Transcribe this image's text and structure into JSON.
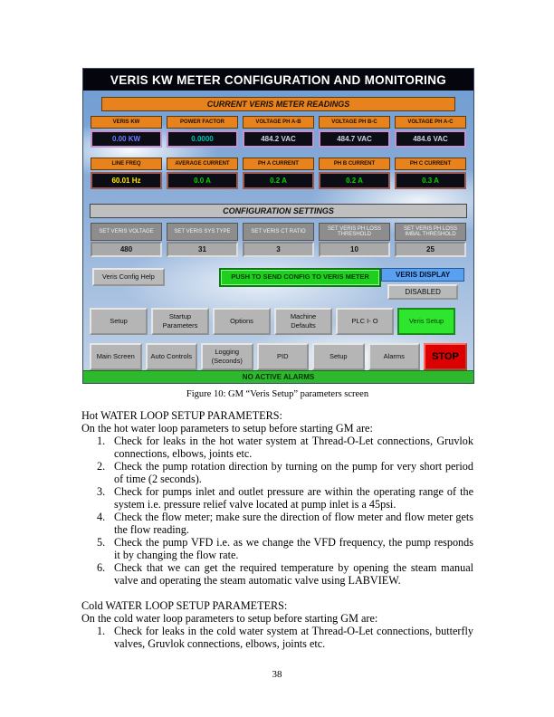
{
  "colors": {
    "header-orange": "#e8821c",
    "kw-blue": "#6e7bff",
    "pf-teal": "#00c0ae",
    "volt-white": "#cfd2e6",
    "freq-yellow": "#ffe900",
    "amp-green": "#00d400",
    "send-green": "#1fcf1f",
    "active-green": "#2fe62f",
    "stop-red": "#dd0000",
    "alarm-green": "#2db82d",
    "display-blue": "#5aa0f0"
  },
  "figure": {
    "title": "VERIS KW METER CONFIGURATION AND MONITORING",
    "readings_header": "CURRENT VERIS METER READINGS",
    "readings_row1": [
      {
        "label": "VERIS KW",
        "value": "0.00 KW"
      },
      {
        "label": "POWER FACTOR",
        "value": "0.0000"
      },
      {
        "label": "VOLTAGE PH A-B",
        "value": "484.2 VAC"
      },
      {
        "label": "VOLTAGE PH B-C",
        "value": "484.7 VAC"
      },
      {
        "label": "VOLTAGE PH A-C",
        "value": "484.6 VAC"
      }
    ],
    "readings_row2": [
      {
        "label": "LINE FREQ",
        "value": "60.01 Hz"
      },
      {
        "label": "AVERAGE CURRENT",
        "value": "0.0 A"
      },
      {
        "label": "PH A CURRENT",
        "value": "0.2 A"
      },
      {
        "label": "PH B CURRENT",
        "value": "0.2 A"
      },
      {
        "label": "PH C CURRENT",
        "value": "0.3 A"
      }
    ],
    "config_header": "CONFIGURATION SETTINGS",
    "config": [
      {
        "label": "SET VERIS VOLTAGE",
        "value": "480"
      },
      {
        "label": "SET VERIS SYS TYPE",
        "value": "31"
      },
      {
        "label": "SET VERIS CT RATIO",
        "value": "3"
      },
      {
        "label": "SET VERIS PH LOSS THRESHOLD",
        "value": "10"
      },
      {
        "label": "SET VERIS PH LOSS IMBAL THRESHOLD",
        "value": "25"
      }
    ],
    "help_button": "Veris Config Help",
    "send_button": "PUSH TO SEND CONFIG TO VERIS METER",
    "veris_display": {
      "label": "VERIS DISPLAY",
      "value": "DISABLED"
    },
    "nav_row1": [
      "Setup",
      "Startup Parameters",
      "Options",
      "Machine Defaults",
      "PLC I- O",
      "Veris Setup"
    ],
    "nav_row2": [
      "Main Screen",
      "Auto Controls",
      "Logging (Seconds)",
      "PID",
      "Setup",
      "Alarms"
    ],
    "stop_button": "STOP",
    "alarm_bar": "NO ACTIVE ALARMS"
  },
  "caption": "Figure 10: GM “Veris Setup” parameters screen",
  "doc": {
    "hot_heading": "Hot WATER LOOP SETUP PARAMETERS:",
    "hot_intro": "On the hot water loop parameters to setup before starting GM are:",
    "hot_items": [
      "Check for leaks in the hot water system at Thread-O-Let connections, Gruvlok connections, elbows, joints etc.",
      "Check the pump rotation direction by turning on the pump for very short period of time (2 seconds).",
      "Check for pumps inlet and outlet pressure are within the operating range of the system i.e. pressure relief valve located at pump inlet is a 45psi.",
      "Check the flow meter; make sure the direction of flow meter and flow meter gets the flow reading.",
      "Check the pump VFD i.e. as we change the VFD frequency, the pump responds it by changing the flow rate.",
      "Check that we can get the required temperature by opening the steam manual valve and operating the steam automatic valve using LABVIEW."
    ],
    "cold_heading": "Cold WATER LOOP SETUP PARAMETERS:",
    "cold_intro": "On the cold water loop parameters to setup before starting GM are:",
    "cold_items": [
      "Check for leaks in the cold water system at Thread-O-Let connections, butterfly valves, Gruvlok connections, elbows, joints etc."
    ],
    "page_number": "38"
  }
}
